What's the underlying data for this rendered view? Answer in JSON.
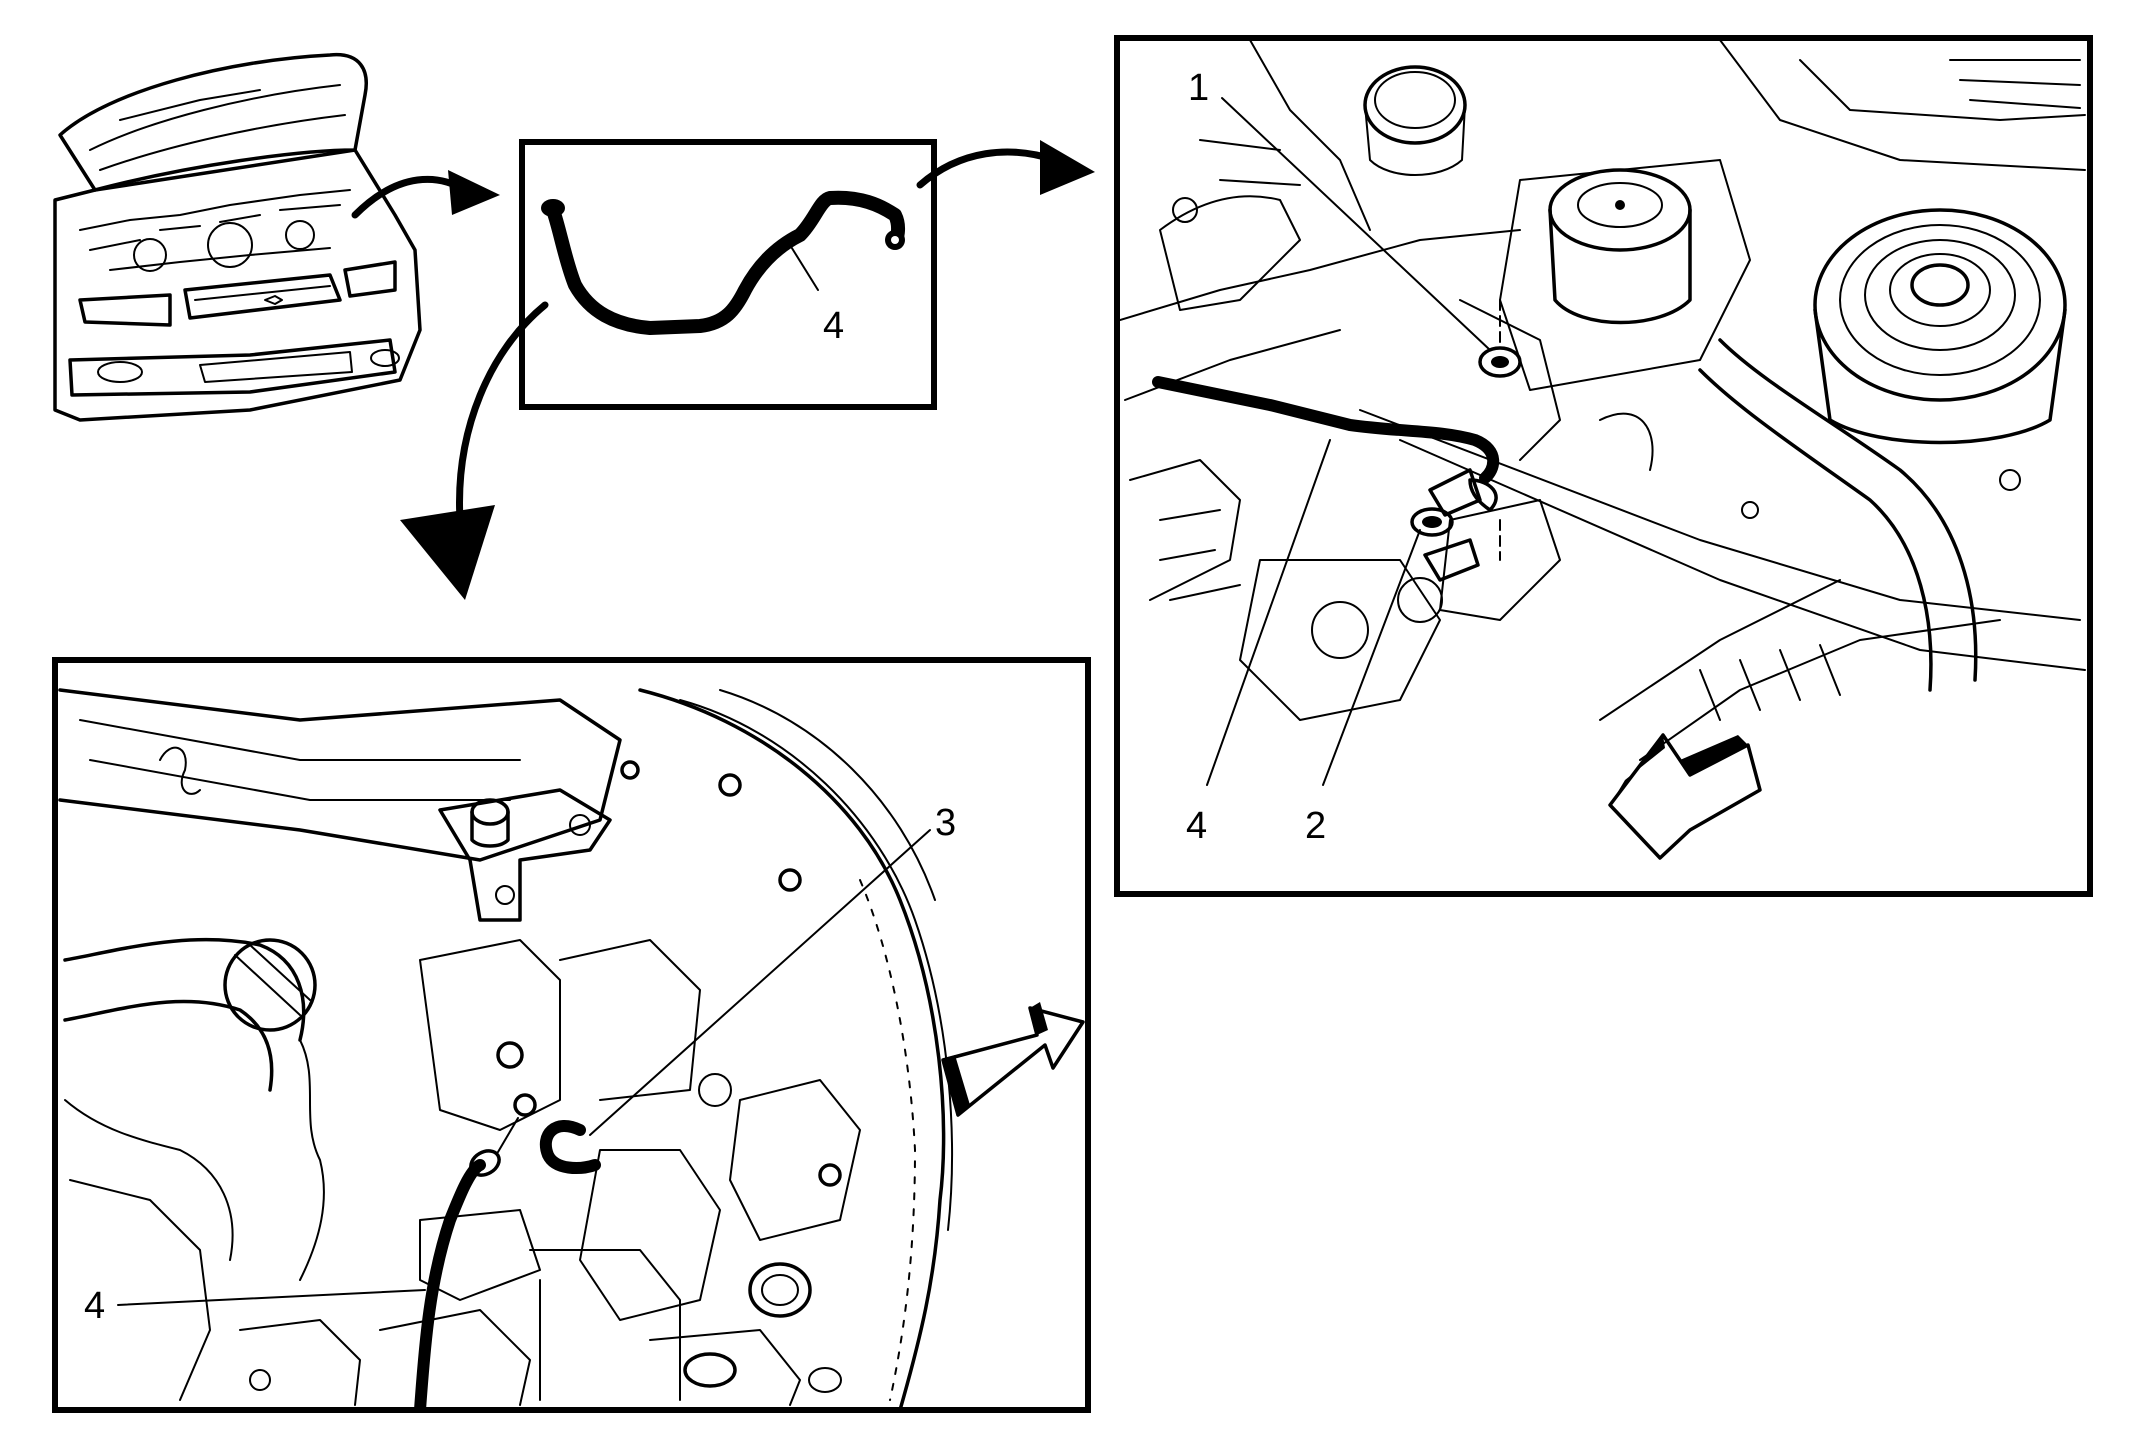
{
  "callouts": {
    "hose_top": "4",
    "tr_1": "1",
    "tr_4": "4",
    "tr_2": "2",
    "bl_3": "3",
    "bl_4": "4"
  },
  "icons": {
    "vehicle": "car-hood-open-icon",
    "arrow_to_hose": "curved-arrow-icon",
    "arrow_to_top_right": "curved-arrow-icon",
    "arrow_to_bottom_left": "curved-arrow-icon",
    "direction_front_right": "direction-arrow-icon",
    "direction_front_left": "direction-arrow-icon"
  }
}
